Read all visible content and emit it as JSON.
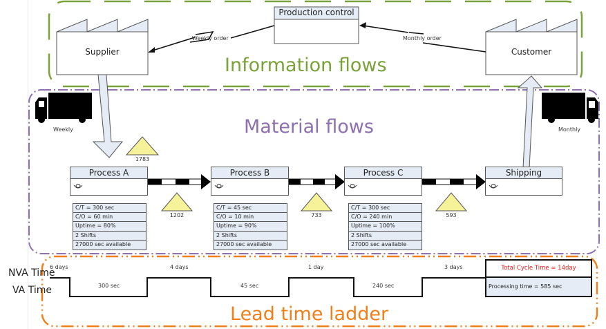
{
  "sections": {
    "information": "Information flows",
    "material": "Material flows",
    "lead_time": "Lead time ladder"
  },
  "colors": {
    "information_border": "#7aa23a",
    "material_border": "#8e6fb0",
    "lead_time_border": "#f07f1a",
    "box_fill": "#e6ecf6",
    "inventory_fill": "#f6f29a",
    "total_cycle_text": "#e21b1b"
  },
  "entities": {
    "supplier": "Supplier",
    "customer": "Customer",
    "production_control": "Production control"
  },
  "info_arrows": {
    "weekly_order": "Weekly order",
    "monthly_order": "Monthly order"
  },
  "trucks": {
    "inbound": "Weekly",
    "outbound": "Monthly"
  },
  "processes": [
    {
      "name": "Process A",
      "data": [
        "C/T = 300 sec",
        "C/O = 60 min",
        "Uptime = 80%",
        "2 Shifts",
        "27000 sec available"
      ]
    },
    {
      "name": "Process B",
      "data": [
        "C/T = 45 sec",
        "C/O = 10 min",
        "Uptime = 90%",
        "2 Shifts",
        "27000 sec available"
      ]
    },
    {
      "name": "Process C",
      "data": [
        "C/T = 300 sec",
        "C/O = 240 min",
        "Uptime = 100%",
        "2 Shifts",
        "27000 sec available"
      ]
    },
    {
      "name": "Shipping"
    }
  ],
  "inventories": [
    "1783",
    "1202",
    "733",
    "593"
  ],
  "ladder": {
    "nva_label": "NVA Time",
    "va_label": "VA Time",
    "nva_values": [
      "6 days",
      "4 days",
      "1 day",
      "3 days"
    ],
    "va_values": [
      "300 sec",
      "45 sec",
      "240 sec"
    ],
    "total_cycle_time": "Total Cycle Time = 14day",
    "processing_time": "Processing time = 585 sec"
  }
}
